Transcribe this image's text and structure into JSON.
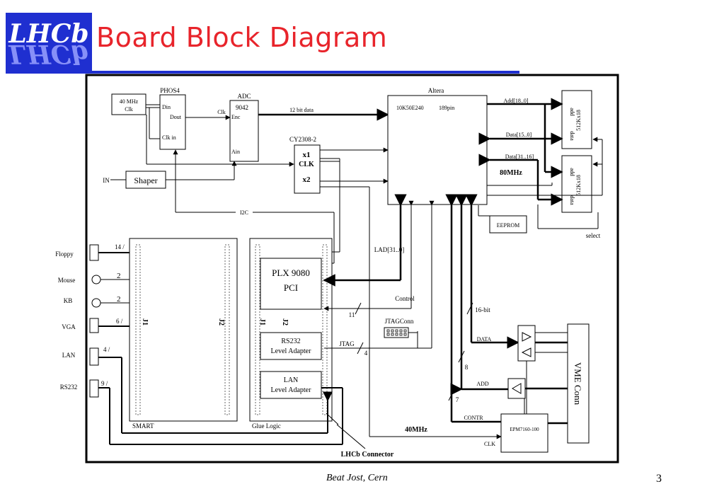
{
  "header": {
    "logo_text": "LHCb",
    "title": "Board Block Diagram"
  },
  "diagram": {
    "clock_osc": [
      "40 MHz",
      "Clk"
    ],
    "phos4": {
      "name": "PHOS4",
      "din": "Din",
      "dout": "Dout",
      "clk_in": "Clk in"
    },
    "adc": {
      "name": "ADC",
      "part": "9042",
      "enc": "Enc",
      "ain": "Ain",
      "clk": "Clk"
    },
    "bus_12bit": "12 bit data",
    "altera": {
      "name": "Altera",
      "part": "10K50E240",
      "pins": "189pin"
    },
    "add_bus": "Add[18..0]",
    "data_15": "Data[15..0]",
    "data_31": "Data[31..16]",
    "freq_80": "80MHz",
    "ram": {
      "add": "add",
      "data": "data",
      "size": "512Kx18"
    },
    "select": "select",
    "eeprom": "EEPROM",
    "cy2308": {
      "name": "CY2308-2",
      "x1": "x1",
      "clk": "CLK",
      "x2": "x2"
    },
    "input_label": "IN",
    "shaper": "Shaper",
    "i2c": "I2C",
    "lad": "LAD[31..0]",
    "control": "Control",
    "n11": "11",
    "sixteen_bit": "16-bit",
    "jtagconn": "JTAGConn",
    "jtag": "JTAG",
    "n4": "4",
    "vme_data": "DATA",
    "n8": "8",
    "vme_add": "ADD",
    "n7": "7",
    "contr": "CONTR",
    "epm": "EPM7160-100",
    "clk_label": "CLK",
    "freq_40": "40MHz",
    "vme_conn": "VME Conn",
    "lhcb_connector": "LHCb Connector",
    "smart": "SMART",
    "glue": "Glue Logic",
    "j1": "J1",
    "j2": "J2",
    "plx": [
      "PLX 9080",
      "PCI"
    ],
    "rs232_adapter": [
      "RS232",
      "Level Adapter"
    ],
    "lan_adapter": [
      "LAN",
      "Level Adapter"
    ],
    "ports": {
      "floppy": {
        "label": "Floppy",
        "count": "14 /"
      },
      "mouse": {
        "label": "Mouse",
        "count": "2"
      },
      "kb": {
        "label": "KB",
        "count": "2"
      },
      "vga": {
        "label": "VGA",
        "count": "6 /"
      },
      "lan": {
        "label": "LAN",
        "count": "4 /"
      },
      "rs232": {
        "label": "RS232",
        "count": "9 /"
      }
    }
  },
  "footer": {
    "author": "Beat Jost, Cern",
    "page": "3"
  }
}
